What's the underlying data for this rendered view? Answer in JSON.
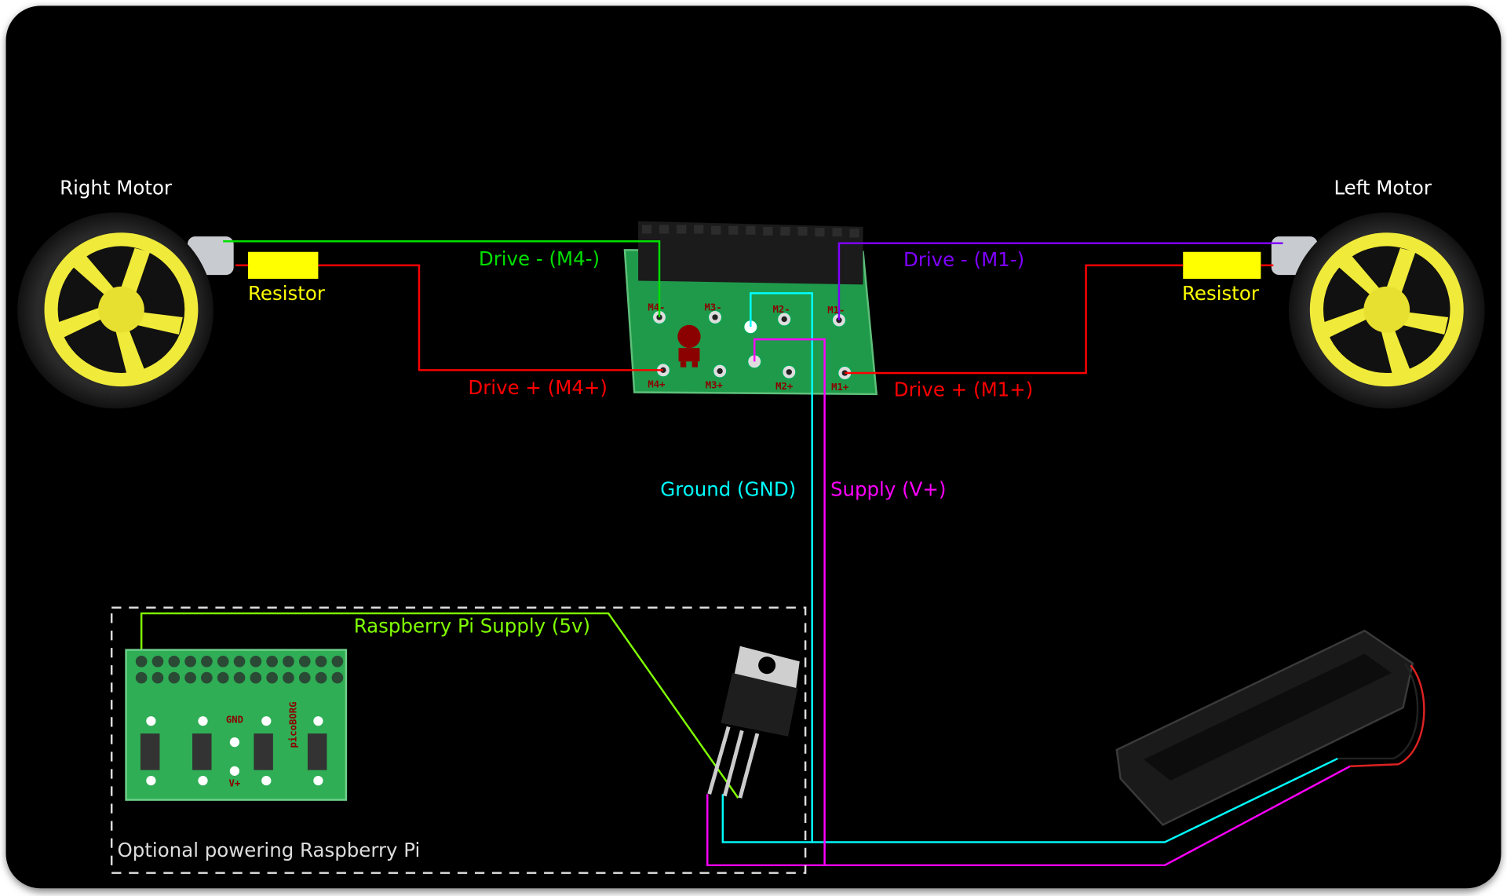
{
  "motors": {
    "right": {
      "label": "Right Motor"
    },
    "left": {
      "label": "Left Motor"
    }
  },
  "resistors": {
    "left_label": "Resistor",
    "right_label": "Resistor"
  },
  "wires": {
    "m4_minus": {
      "label": "Drive - (M4-)",
      "color": "#00e000"
    },
    "m4_plus": {
      "label": "Drive + (M4+)",
      "color": "#ff0000"
    },
    "m1_minus": {
      "label": "Drive - (M1-)",
      "color": "#7f00ff"
    },
    "m1_plus": {
      "label": "Drive + (M1+)",
      "color": "#ff0000"
    },
    "ground": {
      "label": "Ground (GND)",
      "color": "#00ffff"
    },
    "supply": {
      "label": "Supply (V+)",
      "color": "#ff00ff"
    },
    "pi_supply": {
      "label": "Raspberry Pi Supply (5v)",
      "color": "#80ff00"
    }
  },
  "driver_board": {
    "pins_top": [
      "M4-",
      "M3-",
      "M2-",
      "M1-"
    ],
    "pins_bottom": [
      "M4+",
      "M3+",
      "M2+",
      "M1+"
    ]
  },
  "optional_box": {
    "label": "Optional powering Raspberry Pi"
  },
  "piborg_board": {
    "brand": "picoBORG",
    "gnd": "GND",
    "vplus": "V+"
  },
  "colors": {
    "background": "#000000",
    "resistor": "#ffff00",
    "pcb": "#1f9a4a",
    "dashed_box": "#dddddd"
  }
}
